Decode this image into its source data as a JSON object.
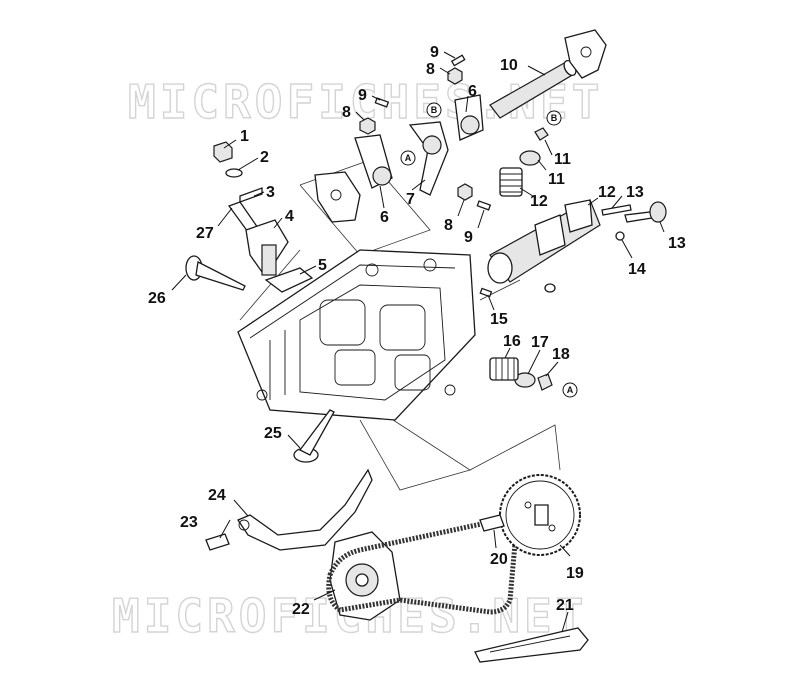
{
  "watermarks": [
    "MICROFICHES.NET",
    "MICROFICHES.NET"
  ],
  "callouts": [
    {
      "id": "c1",
      "label": "1"
    },
    {
      "id": "c2",
      "label": "2"
    },
    {
      "id": "c3",
      "label": "3"
    },
    {
      "id": "c4",
      "label": "4"
    },
    {
      "id": "c5",
      "label": "5"
    },
    {
      "id": "c6a",
      "label": "6"
    },
    {
      "id": "c6b",
      "label": "6"
    },
    {
      "id": "c7",
      "label": "7"
    },
    {
      "id": "c8a",
      "label": "8"
    },
    {
      "id": "c8b",
      "label": "8"
    },
    {
      "id": "c8c",
      "label": "8"
    },
    {
      "id": "c9a",
      "label": "9"
    },
    {
      "id": "c9b",
      "label": "9"
    },
    {
      "id": "c9c",
      "label": "9"
    },
    {
      "id": "c10",
      "label": "10"
    },
    {
      "id": "c11a",
      "label": "11"
    },
    {
      "id": "c11b",
      "label": "11"
    },
    {
      "id": "c12a",
      "label": "12"
    },
    {
      "id": "c12b",
      "label": "12"
    },
    {
      "id": "c13a",
      "label": "13"
    },
    {
      "id": "c13b",
      "label": "13"
    },
    {
      "id": "c14",
      "label": "14"
    },
    {
      "id": "c15",
      "label": "15"
    },
    {
      "id": "c16",
      "label": "16"
    },
    {
      "id": "c17",
      "label": "17"
    },
    {
      "id": "c18",
      "label": "18"
    },
    {
      "id": "c19",
      "label": "19"
    },
    {
      "id": "c20",
      "label": "20"
    },
    {
      "id": "c21",
      "label": "21"
    },
    {
      "id": "c22",
      "label": "22"
    },
    {
      "id": "c23",
      "label": "23"
    },
    {
      "id": "c24",
      "label": "24"
    },
    {
      "id": "c25",
      "label": "25"
    },
    {
      "id": "c26",
      "label": "26"
    },
    {
      "id": "c27",
      "label": "27"
    }
  ],
  "markers": [
    {
      "id": "mB1",
      "label": "B"
    },
    {
      "id": "mA1",
      "label": "A"
    },
    {
      "id": "mB2",
      "label": "B"
    },
    {
      "id": "mA2",
      "label": "A"
    }
  ]
}
